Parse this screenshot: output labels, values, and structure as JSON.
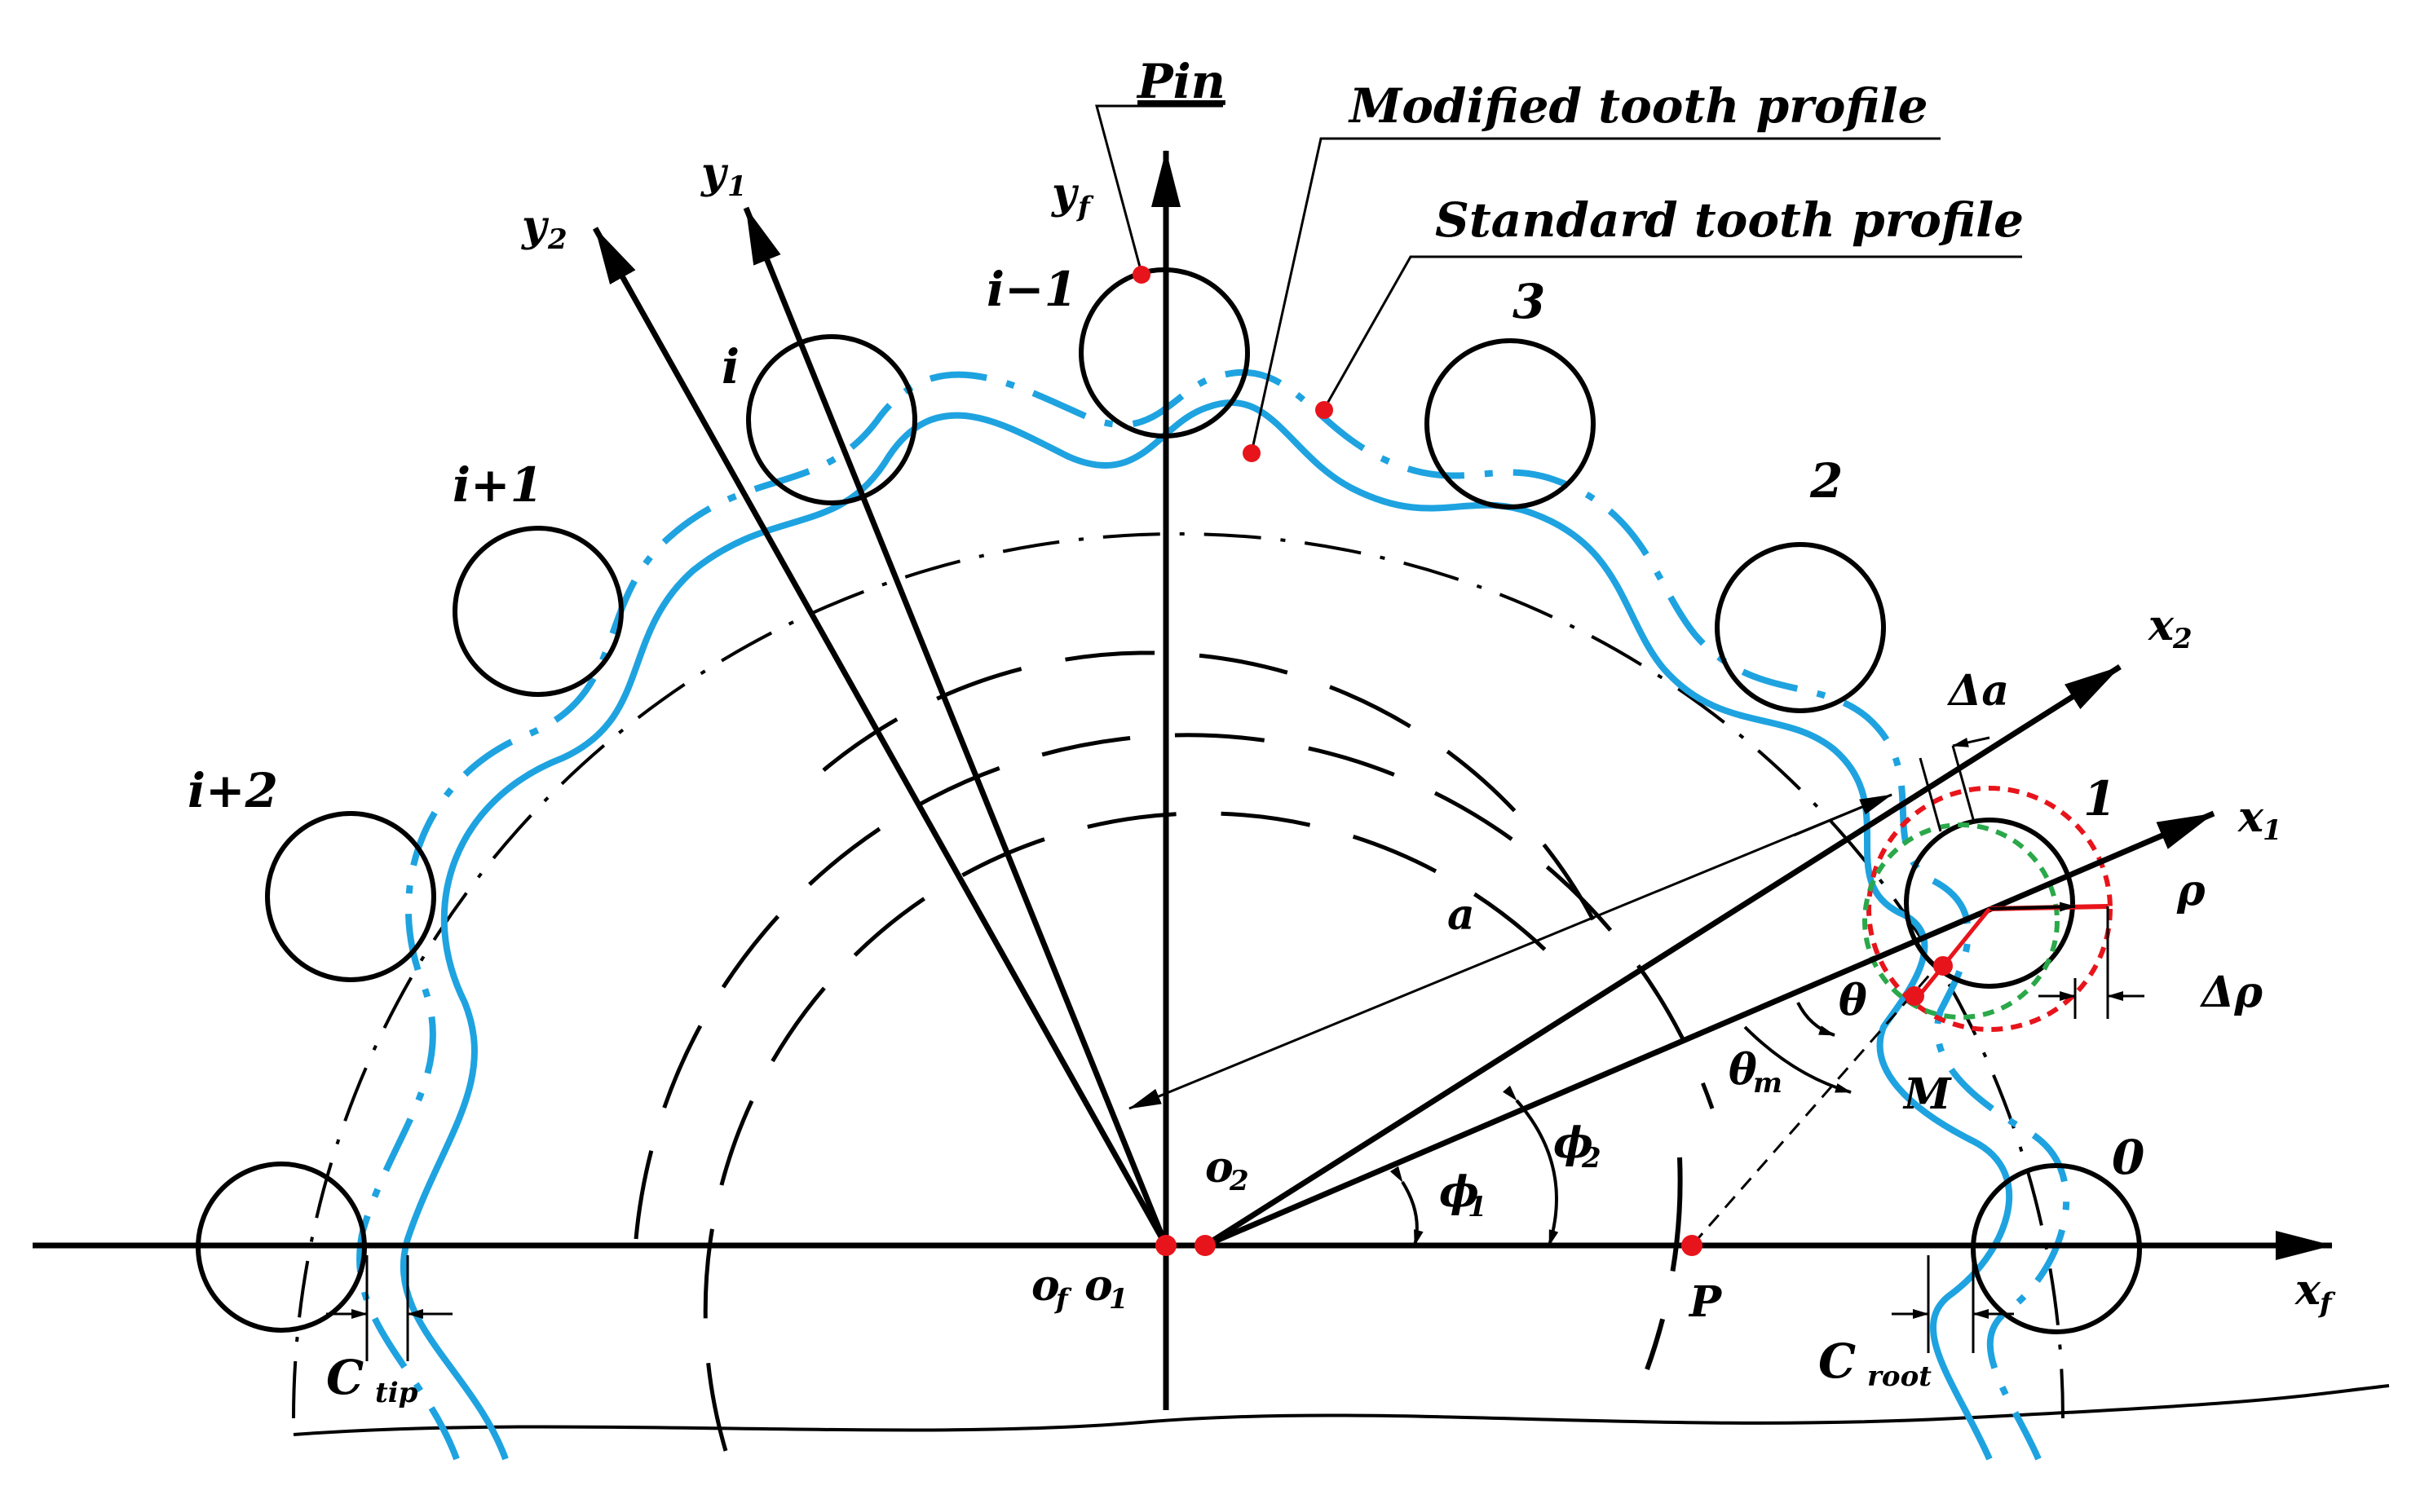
{
  "labels": {
    "pin": "Pin",
    "modified": "Modified tooth profile",
    "standard": "Standard tooth profile",
    "y2": "y",
    "y2_sub": "2",
    "y1": "y",
    "y1_sub": "1",
    "yf": "y",
    "yf_sub": "f",
    "x2": "x",
    "x2_sub": "2",
    "x1": "x",
    "x1_sub": "1",
    "xf": "x",
    "xf_sub": "f",
    "delta_a": "Δa",
    "rho": "ρ",
    "delta_rho": "Δρ",
    "theta": "θ",
    "theta_m": "θ",
    "theta_m_sub": "m",
    "M": "M",
    "a": "a",
    "phi1": "ϕ",
    "phi1_sub": "1",
    "phi2": "ϕ",
    "phi2_sub": "2",
    "o2": "o",
    "o2_sub": "2",
    "of": "o",
    "of_sub": "f",
    "o1": "o",
    "o1_sub": "1",
    "P": "P",
    "c_tip": "C",
    "c_tip_sub": "tip",
    "c_root": "C",
    "c_root_sub": "root",
    "pin_i_minus_1": "i−1",
    "pin_i": "i",
    "pin_i_plus_1": "i+1",
    "pin_i_plus_2": "i+2",
    "pin_3": "3",
    "pin_2": "2",
    "pin_1": "1",
    "pin_0": "0"
  },
  "colors": {
    "ink": "#000000",
    "profile_blue": "#1ea3e0",
    "marker_red": "#e8141b",
    "circle_red": "#e8141b",
    "circle_green": "#2aa84a"
  }
}
